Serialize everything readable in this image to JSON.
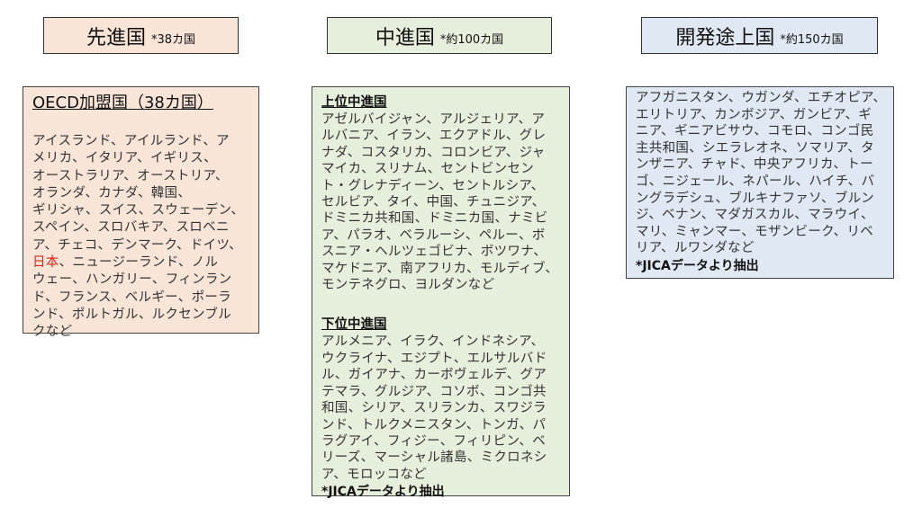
{
  "headers": [
    {
      "title": "先進国",
      "note": "*38カ国",
      "fill": "#f9e4d8"
    },
    {
      "title": "中進国",
      "note": "*約100カ国",
      "fill": "#e6efdc"
    },
    {
      "title": "開発途上国",
      "note": "*約150カ国",
      "fill": "#dfe8f3"
    }
  ],
  "developed": {
    "heading": "OECD加盟国（38カ国）",
    "lines_before": [
      "アイスランド、アイルランド、ア",
      "メリカ、イタリア、イギリス、",
      "オーストラリア、オーストリア、",
      "オランダ、カナダ、韓国、",
      "ギリシャ、スイス、スウェーデン、",
      "スペイン、スロバキア、スロベニ",
      "ア、チェコ、デンマーク、ドイツ、"
    ],
    "highlight": "日本",
    "highlight_color": "#e0261c",
    "highlight_rest": "、ニュージーランド、ノル",
    "lines_after": [
      "ウェー、ハンガリー、フィンラン",
      "ド、フランス、ベルギー、ポーラ",
      "ンド、ポルトガル、ルクセンブル",
      "クなど"
    ]
  },
  "middle": {
    "upper_heading": "上位中進国",
    "upper_lines": [
      "アゼルバイジャン、アルジェリア、ア",
      "ルバニア、イラン、エクアドル、グレ",
      "ナダ、コスタリカ、コロンビア、ジャ",
      "マイカ、スリナム、セントビンセン",
      "ト・グレナディーン、セントルシア、",
      "セルビア、タイ、中国、チュニジア、",
      "ドミニカ共和国、ドミニカ国、ナミビ",
      "ア、パラオ、ベラルーシ、ペルー、ボ",
      "スニア・ヘルツェゴビナ、ボツワナ、",
      "マケドニア、南アフリカ、モルディブ、",
      "モンテネグロ、ヨルダンなど"
    ],
    "lower_heading": "下位中進国",
    "lower_lines": [
      "アルメニア、イラク、インドネシア、",
      "ウクライナ、エジプト、エルサルバド",
      "ル、ガイアナ、カーボヴェルデ、グア",
      "テマラ、グルジア、コソボ、コンゴ共",
      "和国、シリア、スリランカ、スワジラ",
      "ンド、トルクメニスタン、トンガ、パ",
      "ラグアイ、フィジー、フィリピン、ベ",
      "リーズ、マーシャル諸島、ミクロネシ",
      "ア、モロッコなど"
    ],
    "note": "*JICAデータより抽出"
  },
  "developing": {
    "lines": [
      "アフガニスタン、ウガンダ、エチオピア、",
      "エリトリア、カンボジア、ガンビア、ギ",
      "ニア、ギニアビサウ、コモロ、コンゴ民",
      "主共和国、シエラレオネ、ソマリア、タ",
      "ンザニア、チャド、中央アフリカ、トー",
      "ゴ、ニジェール、ネパール、ハイチ、バ",
      "ングラデシュ、ブルキナファソ、ブルン",
      "ジ、ベナン、マダガスカル、マラウイ、",
      "マリ、ミャンマー、モザンビーク、リベ",
      "リア、ルワンダなど"
    ],
    "note": "*JICAデータより抽出"
  }
}
